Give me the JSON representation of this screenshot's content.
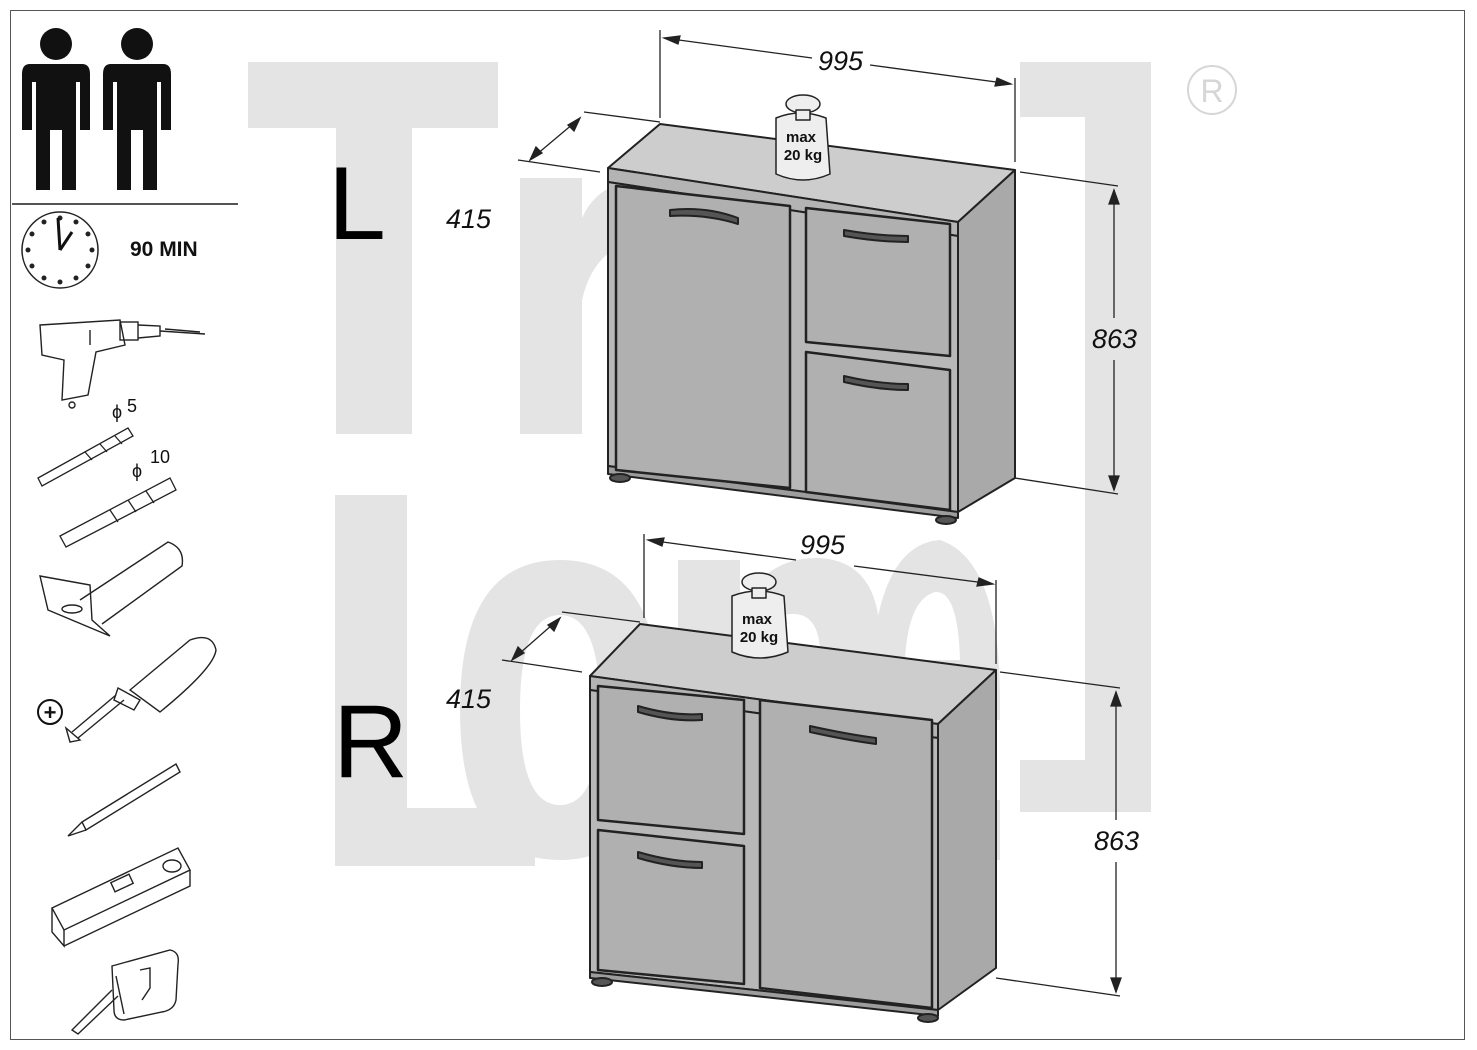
{
  "requirements": {
    "persons_icon": "two-persons-icon",
    "time": "90 MIN"
  },
  "tools": {
    "drill_bit_small": {
      "symbol": "ϕ",
      "size": "5"
    },
    "drill_bit_large": {
      "symbol": "ϕ",
      "size": "10"
    },
    "screwdriver_type": "+"
  },
  "watermark": {
    "brand": "True Lone",
    "registered_mark": "R"
  },
  "variants": [
    {
      "label": "L",
      "width": "995",
      "depth": "415",
      "height": "863",
      "load": {
        "max": "max",
        "weight": "20 kg"
      }
    },
    {
      "label": "R",
      "width": "995",
      "depth": "415",
      "height": "863",
      "load": {
        "max": "max",
        "weight": "20 kg"
      }
    }
  ],
  "colors": {
    "watermark": "#e3e3e3",
    "cabinet_face": "#b9b9b9",
    "cabinet_top": "#cfcfcf",
    "outline": "#222222"
  }
}
